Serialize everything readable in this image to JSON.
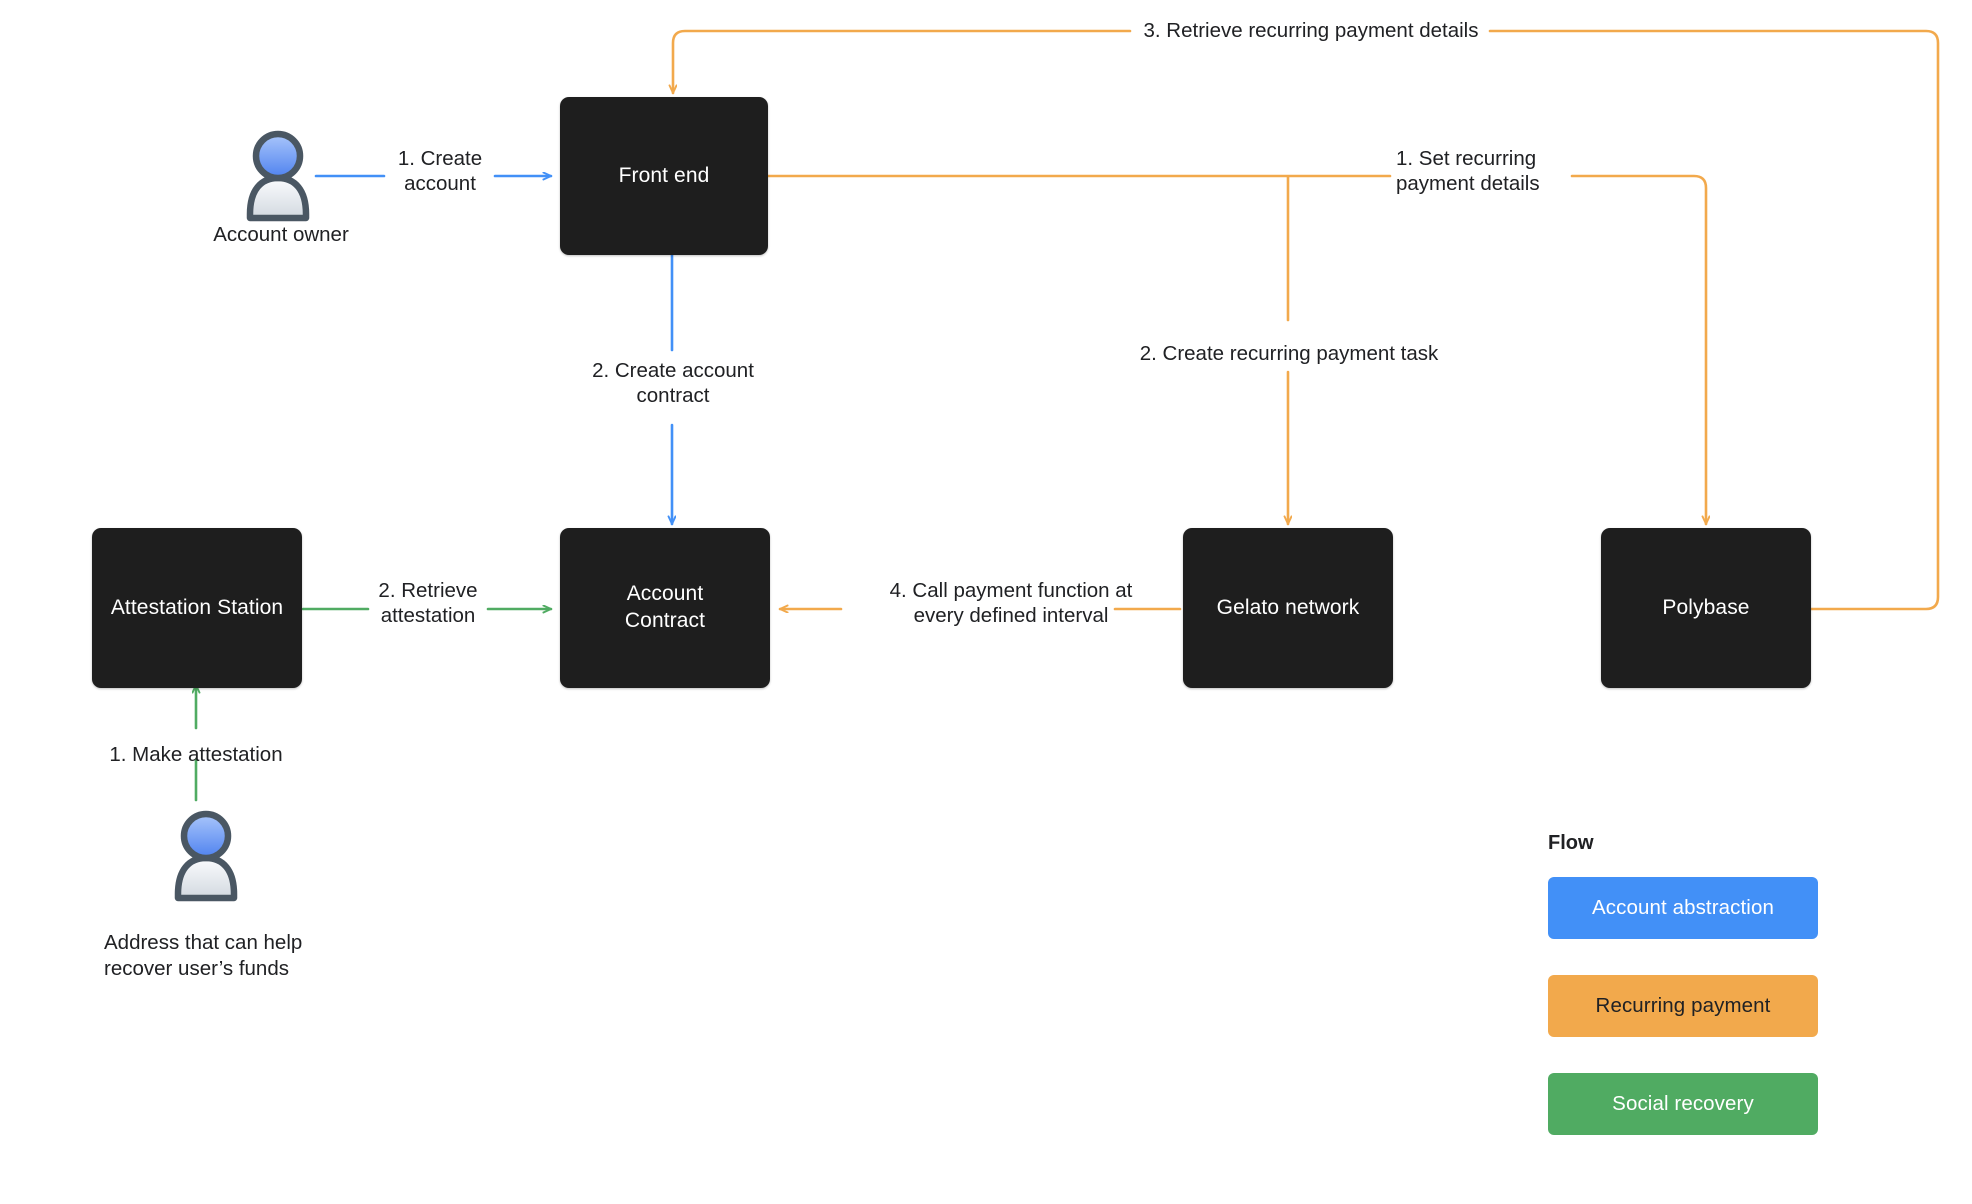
{
  "diagram": {
    "title": "Account abstraction / recurring payment / social recovery architecture",
    "colors": {
      "node_fill": "#1e1e1e",
      "node_text": "#ffffff",
      "account_abstraction": "#4290f7",
      "recurring_payment": "#f2a94c",
      "social_recovery": "#50ab62",
      "background": "#ffffff",
      "text": "#202124"
    },
    "nodes": [
      {
        "id": "front-end",
        "label": "Front end"
      },
      {
        "id": "attestation-station",
        "label": "Attestation Station"
      },
      {
        "id": "account-contract",
        "label": "Account\nContract"
      },
      {
        "id": "gelato-network",
        "label": "Gelato network"
      },
      {
        "id": "polybase",
        "label": "Polybase"
      }
    ],
    "actors": [
      {
        "id": "account-owner",
        "caption": "Account owner"
      },
      {
        "id": "recovery-helper",
        "caption": "Address that can help\nrecover user’s funds"
      }
    ],
    "edges": [
      {
        "id": "create-account",
        "label": "1.  Create\naccount",
        "flow": "account_abstraction"
      },
      {
        "id": "create-account-contract",
        "label": "2. Create account\ncontract",
        "flow": "account_abstraction"
      },
      {
        "id": "retrieve-recurring-details",
        "label": "3. Retrieve recurring payment details",
        "flow": "recurring_payment"
      },
      {
        "id": "set-recurring-details",
        "label": "1.  Set recurring\npayment details",
        "flow": "recurring_payment"
      },
      {
        "id": "create-recurring-task",
        "label": "2. Create recurring payment task",
        "flow": "recurring_payment"
      },
      {
        "id": "call-payment-function",
        "label": "4. Call payment function at\nevery defined interval",
        "flow": "recurring_payment"
      },
      {
        "id": "make-attestation",
        "label": "1.  Make attestation",
        "flow": "social_recovery"
      },
      {
        "id": "retrieve-attestation",
        "label": "2. Retrieve\nattestation",
        "flow": "social_recovery"
      }
    ]
  },
  "legend": {
    "title": "Flow",
    "items": [
      {
        "id": "account-abstraction",
        "label": "Account abstraction",
        "color": "#4290f7",
        "text_color": "#ffffff"
      },
      {
        "id": "recurring-payment",
        "label": "Recurring payment",
        "color": "#f2a94c",
        "text_color": "#202124"
      },
      {
        "id": "social-recovery",
        "label": "Social recovery",
        "color": "#50ab62",
        "text_color": "#ffffff"
      }
    ]
  }
}
